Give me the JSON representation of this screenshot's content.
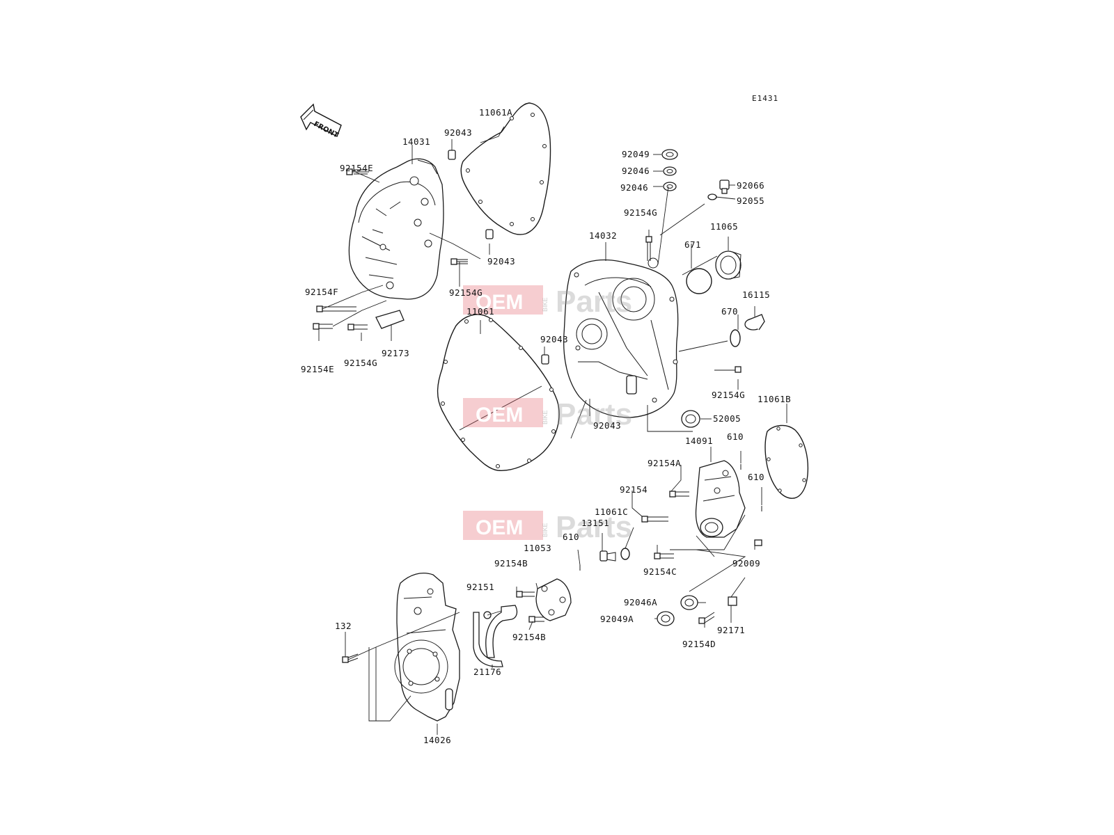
{
  "diagram_code": "E1431",
  "front_label": "FRONT",
  "watermark": {
    "brand": "OEM",
    "small": "BIKE",
    "parts": "Parts"
  },
  "labels": {
    "l_11061A": "11061A",
    "l_92043_top": "92043",
    "l_14031": "14031",
    "l_92154E_top": "92154E",
    "l_92043_mid": "92043",
    "l_92154G_left": "92154G",
    "l_92154F": "92154F",
    "l_92154E_bot": "92154E",
    "l_92154G_bot": "92154G",
    "l_92173": "92173",
    "l_92049": "92049",
    "l_92046_a": "92046",
    "l_92046_b": "92046",
    "l_92066": "92066",
    "l_92055": "92055",
    "l_92154G_top": "92154G",
    "l_14032": "14032",
    "l_11065": "11065",
    "l_671": "671",
    "l_16115": "16115",
    "l_11061": "11061",
    "l_670": "670",
    "l_92043_low": "92043",
    "l_92154G_right": "92154G",
    "l_11061B": "11061B",
    "l_52005": "52005",
    "l_92043_bot": "92043",
    "l_14091": "14091",
    "l_610_a": "610",
    "l_92154A": "92154A",
    "l_610_b": "610",
    "l_92154": "92154",
    "l_11061C": "11061C",
    "l_13151": "13151",
    "l_11053": "11053",
    "l_610_c": "610",
    "l_92154B_a": "92154B",
    "l_92154C": "92154C",
    "l_92009": "92009",
    "l_92151": "92151",
    "l_92046A": "92046A",
    "l_92049A": "92049A",
    "l_92171": "92171",
    "l_92154B_b": "92154B",
    "l_92154D": "92154D",
    "l_132": "132",
    "l_21176": "21176",
    "l_14026": "14026"
  }
}
